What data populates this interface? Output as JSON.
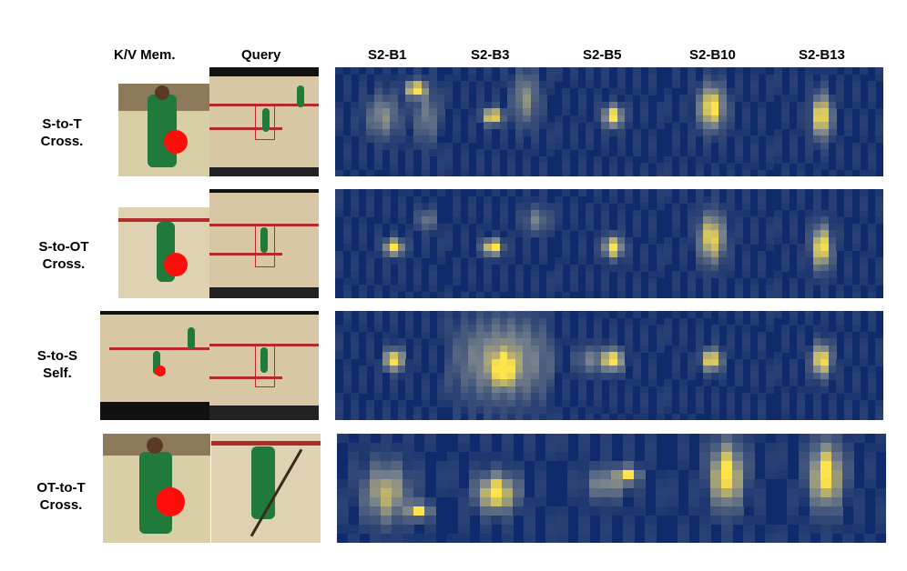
{
  "headers": {
    "kv_mem": "K/V Mem.",
    "query": "Query",
    "blocks": [
      "S2-B1",
      "S2-B3",
      "S2-B5",
      "S2-B10",
      "S2-B13"
    ]
  },
  "rows": [
    {
      "label": "S-to-T\nCross."
    },
    {
      "label": "S-to-OT\nCross."
    },
    {
      "label": "S-to-S\nSelf."
    },
    {
      "label": "OT-to-T\nCross."
    }
  ],
  "colors": {
    "heatmap_low": "#0f2b6b",
    "heatmap_high": "#ffe34a",
    "court": "#d8c7a4",
    "jersey": "#1f7a3c",
    "marker": "#ff0d0d"
  }
}
